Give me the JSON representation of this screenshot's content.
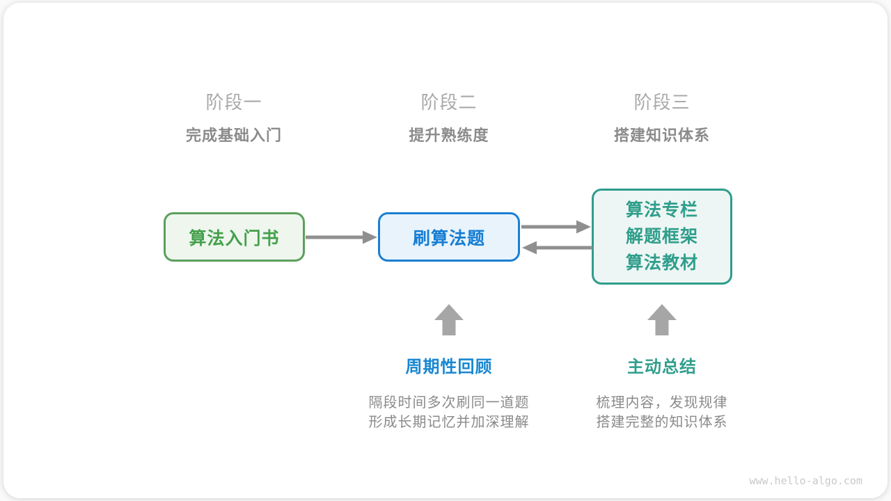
{
  "stages": [
    {
      "title": "阶段一",
      "subtitle": "完成基础入门"
    },
    {
      "title": "阶段二",
      "subtitle": "提升熟练度"
    },
    {
      "title": "阶段三",
      "subtitle": "搭建知识体系"
    }
  ],
  "nodes": {
    "intro_book": {
      "label": "算法入门书"
    },
    "practice": {
      "label": "刷算法题"
    },
    "knowledge": {
      "lines": [
        "算法专栏",
        "解题框架",
        "算法教材"
      ]
    }
  },
  "annotations": {
    "review": {
      "label": "周期性回顾",
      "desc_line1": "隔段时间多次刷同一道题",
      "desc_line2": "形成长期记忆并加深理解"
    },
    "summary": {
      "label": "主动总结",
      "desc_line1": "梳理内容，发现规律",
      "desc_line2": "搭建完整的知识体系"
    }
  },
  "watermark": "www.hello-algo.com",
  "colors": {
    "green-border": "#5ba05c",
    "green-bg": "#eef6ee",
    "green-text": "#44a04b",
    "blue-border": "#1a7fd2",
    "blue-bg": "#e9f3fc",
    "blue-text": "#157dd3",
    "blue-label": "#1787d1",
    "teal-border": "#2f9c8c",
    "teal-bg": "#edf6f4",
    "teal-text": "#2f9e8c",
    "connector": "#8f8f8f",
    "block-arrow": "#a6a6a6",
    "header-title": "#a9a9a9",
    "header-subtitle": "#8b8b8b",
    "desc-text": "#8a8a8a",
    "watermark": "#c9c9c9"
  }
}
